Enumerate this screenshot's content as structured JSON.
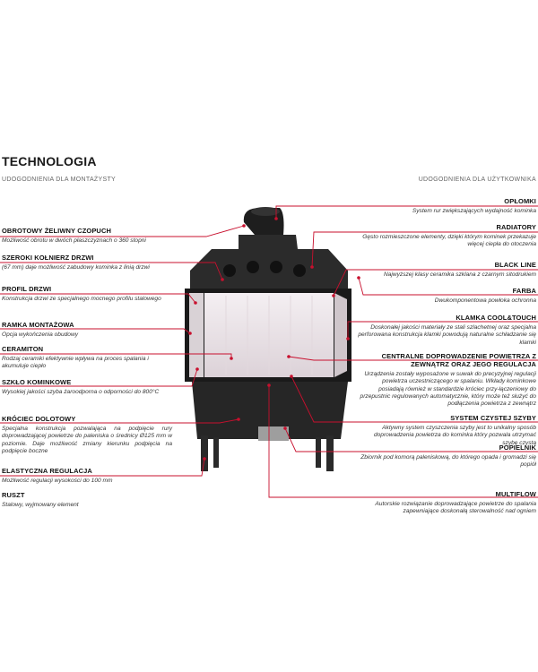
{
  "page": {
    "title": "TECHNOLOGIA",
    "left_subtitle": "UDOGODNIENIA DLA MONTAŻYSTY",
    "right_subtitle": "UDOGODNIENIA DLA UŻYTKOWNIKA"
  },
  "colors": {
    "callout": "#c8102e",
    "stove_body": "#2a2a2a",
    "glass": "#ece6ea"
  },
  "left_features": [
    {
      "title": "OBROTOWY ŻELIWNY CZOPUCH",
      "desc": "Możliwość obrotu w dwóch płaszczyznach o 360 stopni"
    },
    {
      "title": "SZEROKI KOŁNIERZ DRZWI",
      "desc": "(67 mm) daje możliwość zabudowy kominka z linią drzwi"
    },
    {
      "title": "PROFIL DRZWI",
      "desc": "Konstrukcja drzwi ze specjalnego mocnego profilu stalowego"
    },
    {
      "title": "RAMKA MONTAŻOWA",
      "desc": "Opcja wykończenia obudowy"
    },
    {
      "title": "CERAMITON",
      "desc": "Rodzaj ceramiki efektywnie wpływa na proces spalania i akumuluje ciepło"
    },
    {
      "title": "SZKŁO KOMINKOWE",
      "desc": "Wysokiej jakości szyba żaroodporna o odporności do 800°C"
    },
    {
      "title": "KRÓCIEC DOLOTOWY",
      "desc": "Specjalna konstrukcja pozwalająca na podpięcie rury doprowadzającej powietrze do paleniska o średnicy Ø125 mm w poziomie. Daje możliwość zmiany kierunku podpięcia na podpięcie boczne"
    },
    {
      "title": "ELASTYCZNA REGULACJA",
      "desc": "Możliwość regulacji wysokości do 100 mm"
    },
    {
      "title": "RUSZT",
      "desc": "Stalowy, wyjmowany element"
    }
  ],
  "right_features": [
    {
      "title": "OPŁOMKI",
      "desc": "System rur zwiększających wydajność kominka"
    },
    {
      "title": "RADIATORY",
      "desc": "Gęsto rozmieszczone elementy, dzięki którym kominek przekazuje więcej ciepła do otoczenia"
    },
    {
      "title": "BLACK LINE",
      "desc": "Najwyższej klasy ceramika szklana z czarnym sitodrukiem"
    },
    {
      "title": "FARBA",
      "desc": "Dwukomponentowa powłoka ochronna"
    },
    {
      "title": "KLAMKA COOL&TOUCH",
      "desc": "Doskonałej jakości materiały ze stali szlachetnej oraz specjalna perforowana konstrukcja klamki powodują naturalne schładzanie się klamki"
    },
    {
      "title": "CENTRALNE DOPROWADZENIE POWIETRZA Z ZEWNĄTRZ ORAZ JEGO REGULACJA",
      "desc": "Urządzenia zostały wyposażone w suwak do precyzyjnej regulacji powietrza uczestniczącego w spalaniu. Wkłady kominkowe posiadają również w standardzie króciec przy-łączeniowy do przepustnic regulowanych automatycznie, który może też służyć do podłączenia powietrza z zewnątrz"
    },
    {
      "title": "SYSTEM CZYSTEJ SZYBY",
      "desc": "Aktywny system czyszczenia szyby jest to unikalny sposób doprowadzenia powietrza do kominka który pozwala utrzymać szybę czystą"
    },
    {
      "title": "POPIELNIK",
      "desc": "Zbiornik pod komorą paleniskową, do którego opada i gromadzi się popiół"
    },
    {
      "title": "MULTIFLOW",
      "desc": "Autorskie rozwiązanie doprowadzające powietrze do spalania zapewniające doskonałą sterowalność nad ogniem"
    }
  ]
}
